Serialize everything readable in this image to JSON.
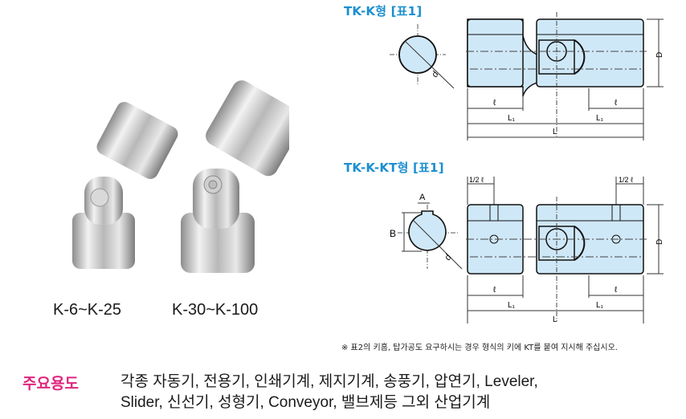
{
  "photo": {
    "caption_small": "K-6~K-25",
    "caption_large": "K-30~K-100"
  },
  "diagram1": {
    "title": "TK-K형 [표1]",
    "labels": {
      "d": "d",
      "D": "D",
      "l": "ℓ",
      "L1": "L₁",
      "L": "L"
    }
  },
  "diagram2": {
    "title": "TK-K-KT형 [표1]",
    "labels": {
      "A": "A",
      "B": "B",
      "d": "d",
      "D": "D",
      "l": "ℓ",
      "half_l": "1/2 ℓ",
      "L1": "L₁",
      "L": "L"
    }
  },
  "note": "※ 표2의 키홈, 탑가공도 요구하시는 경우 형식의 키에 KT를 붙여 지시해 주십시오.",
  "usage": {
    "label": "주요용도",
    "line1": "각종 자동기, 전용기, 인쇄기계, 제지기계, 송풍기, 압연기, Leveler,",
    "line2": "Slider, 신선기, 성형기, Conveyor, 밸브제등 그외 산업기계"
  },
  "colors": {
    "title_blue": "#1b8fd0",
    "usage_pink": "#e0257f",
    "part_fill": "#cfe8f7"
  }
}
